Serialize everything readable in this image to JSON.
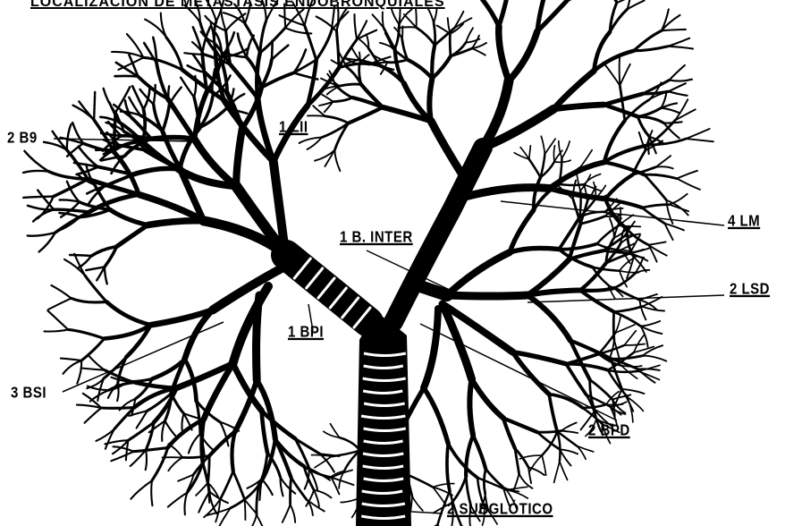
{
  "title": "LOCALIZACION DE METASTASIS ENDOBRONQUIALES",
  "labels": {
    "b9": "2 B9",
    "lii": "1 LII",
    "lm": "4 LM",
    "binter": "1 B. INTER",
    "lsd": "2 LSD",
    "bpi": "1 BPI",
    "bsi": "3 BSI",
    "bpd": "2 BPD",
    "subglotico": "2 SUBGLÓTICO"
  },
  "colors": {
    "ink": "#000000",
    "paper": "#ffffff"
  }
}
